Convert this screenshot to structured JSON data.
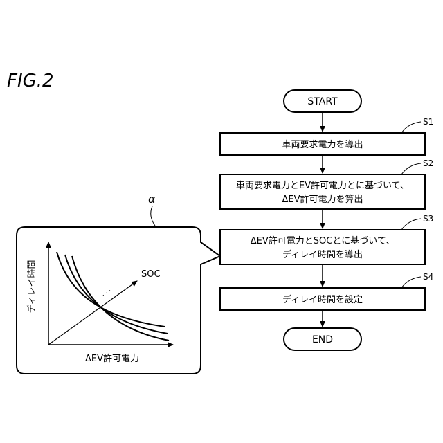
{
  "figure_label": "FIG.2",
  "flowchart": {
    "start": "START",
    "end": "END",
    "steps": [
      {
        "id": "S1",
        "lines": [
          "車両要求電力を導出"
        ]
      },
      {
        "id": "S2",
        "lines": [
          "車両要求電力とEV許可電力とに基づいて、",
          "ΔEV許可電力を算出"
        ]
      },
      {
        "id": "S3",
        "lines": [
          "ΔEV許可電力とSOCとに基づいて、",
          "ディレイ時間を導出"
        ]
      },
      {
        "id": "S4",
        "lines": [
          "ディレイ時間を設定"
        ]
      }
    ]
  },
  "map": {
    "label": "α",
    "y_axis_label": "ディレイ時間",
    "x_axis_label": "ΔEV許可電力",
    "z_axis_label": "SOC",
    "continuation_mark": "· · ·"
  }
}
